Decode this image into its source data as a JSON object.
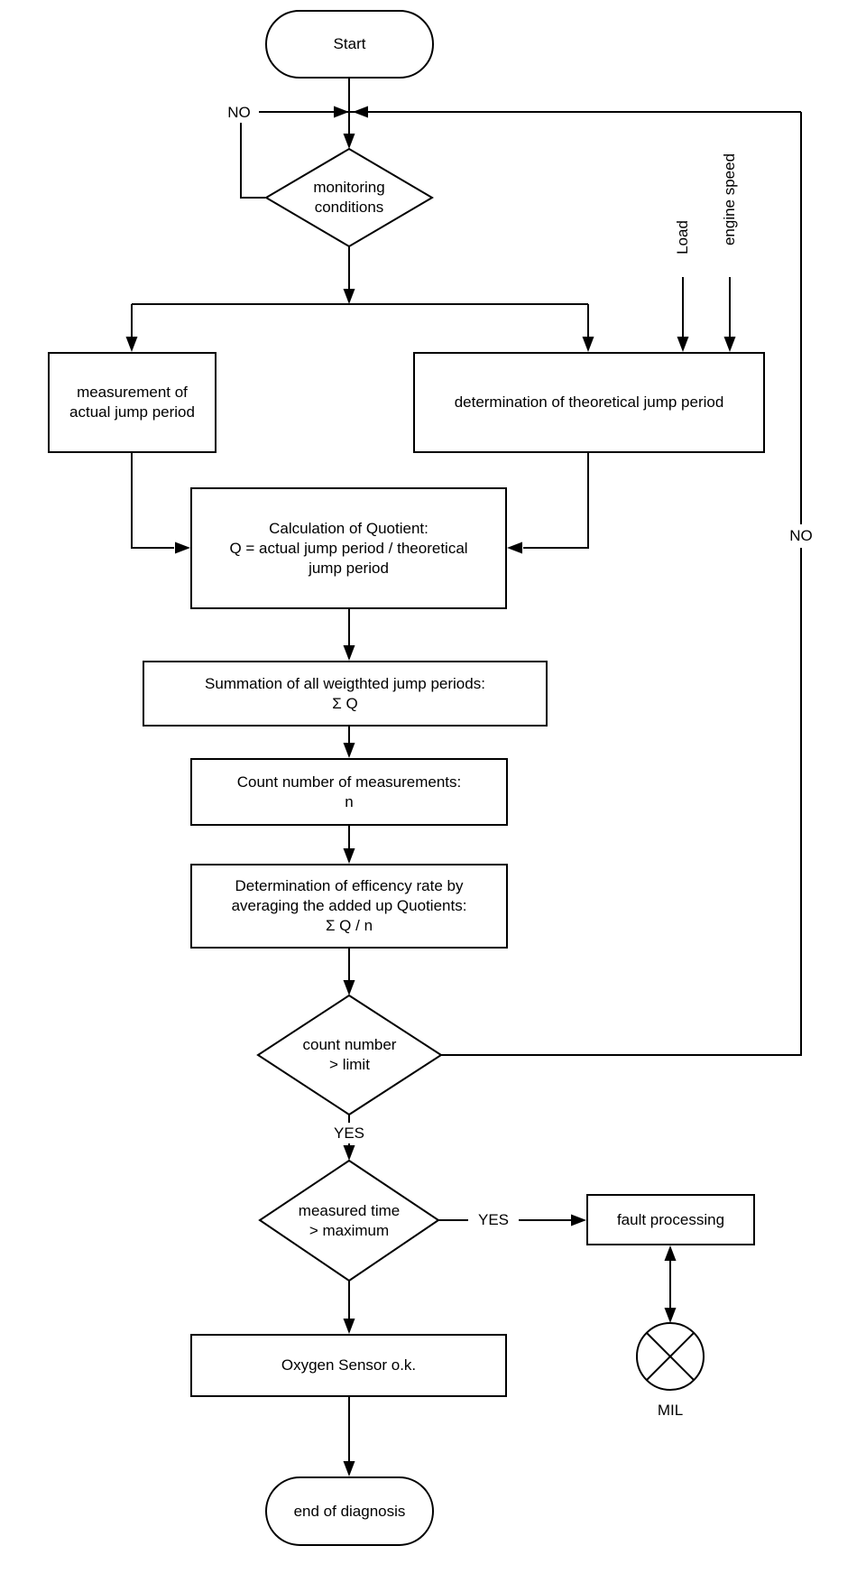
{
  "page": {
    "background": "#ffffff",
    "line_color": "#000000",
    "text_color": "#000000"
  },
  "nodes": {
    "start": {
      "type": "terminator",
      "label": "Start"
    },
    "monitoring_conditions": {
      "type": "decision",
      "label": "monitoring\nconditions"
    },
    "measurement_actual_jump": {
      "type": "process",
      "label": "measurement of\nactual jump period"
    },
    "determination_theoretical_jump": {
      "type": "process",
      "label": "determination of theoretical jump period"
    },
    "calculation_quotient": {
      "type": "process",
      "label": "Calculation of Quotient:\nQ = actual jump period / theoretical\njump period"
    },
    "summation_weighted": {
      "type": "process",
      "label": "Summation of all weigthted jump periods:\nΣ Q"
    },
    "count_measurements": {
      "type": "process",
      "label": "Count number of measurements:\nn"
    },
    "efficiency_rate": {
      "type": "process",
      "label": "Determination of efficency rate by\naveraging the added up Quotients:\nΣ Q / n"
    },
    "count_number_limit": {
      "type": "decision",
      "label": "count number\n> limit"
    },
    "measured_time_maximum": {
      "type": "decision",
      "label": "measured time\n> maximum"
    },
    "fault_processing": {
      "type": "process",
      "label": "fault processing"
    },
    "mil": {
      "type": "indicator-lamp",
      "label": "MIL"
    },
    "oxygen_sensor_ok": {
      "type": "process",
      "label": "Oxygen Sensor o.k."
    },
    "end_of_diagnosis": {
      "type": "terminator",
      "label": "end of diagnosis"
    }
  },
  "external_inputs": {
    "load": {
      "label": "Load"
    },
    "engine_speed": {
      "label": "engine speed"
    }
  },
  "edge_labels": {
    "monitoring_no": "NO",
    "count_limit_no": "NO",
    "count_limit_yes": "YES",
    "measured_time_yes": "YES"
  },
  "edges": [
    {
      "from": "start",
      "to": "monitoring_conditions"
    },
    {
      "from": "monitoring_conditions",
      "to": "monitoring_conditions",
      "label": "NO"
    },
    {
      "from": "monitoring_conditions",
      "to": "measurement_actual_jump"
    },
    {
      "from": "monitoring_conditions",
      "to": "determination_theoretical_jump"
    },
    {
      "from": "load",
      "to": "determination_theoretical_jump"
    },
    {
      "from": "engine_speed",
      "to": "determination_theoretical_jump"
    },
    {
      "from": "measurement_actual_jump",
      "to": "calculation_quotient"
    },
    {
      "from": "determination_theoretical_jump",
      "to": "calculation_quotient"
    },
    {
      "from": "calculation_quotient",
      "to": "summation_weighted"
    },
    {
      "from": "summation_weighted",
      "to": "count_measurements"
    },
    {
      "from": "count_measurements",
      "to": "efficiency_rate"
    },
    {
      "from": "efficiency_rate",
      "to": "count_number_limit"
    },
    {
      "from": "count_number_limit",
      "to": "monitoring_conditions",
      "label": "NO"
    },
    {
      "from": "count_number_limit",
      "to": "measured_time_maximum",
      "label": "YES"
    },
    {
      "from": "measured_time_maximum",
      "to": "fault_processing",
      "label": "YES"
    },
    {
      "from": "fault_processing",
      "to": "mil",
      "bidirectional": true
    },
    {
      "from": "measured_time_maximum",
      "to": "oxygen_sensor_ok"
    },
    {
      "from": "oxygen_sensor_ok",
      "to": "end_of_diagnosis"
    }
  ]
}
